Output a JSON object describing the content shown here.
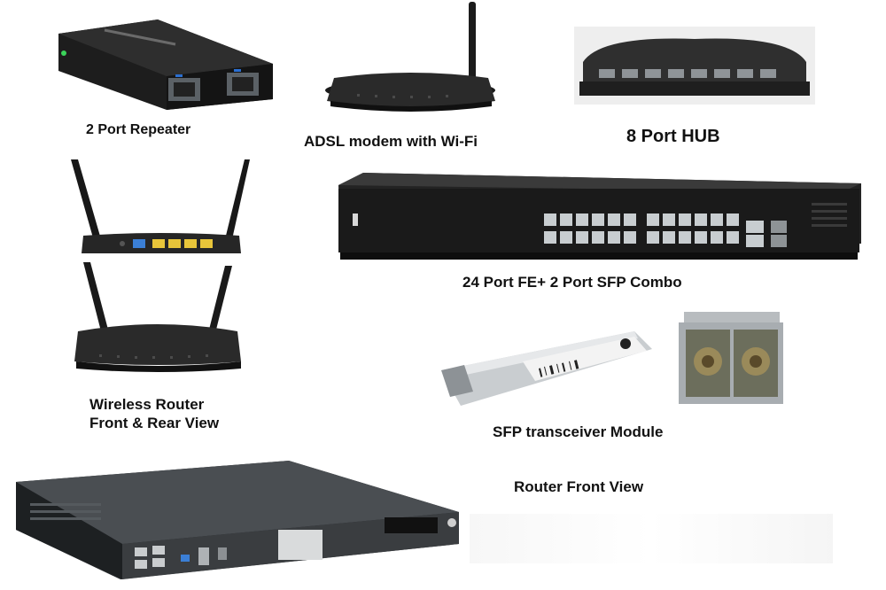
{
  "labels": {
    "repeater": "2 Port Repeater",
    "adsl": "ADSL modem with Wi-Fi",
    "hub": "8 Port HUB",
    "switch": "24 Port FE+ 2 Port SFP Combo",
    "wireless_line1": "Wireless Router",
    "wireless_line2": "Front & Rear View",
    "sfp": "SFP transceiver Module",
    "router": "Router Front View"
  },
  "colors": {
    "device_dark": "#2b2b2b",
    "device_black": "#151515",
    "port_metal": "#9aa3a8",
    "lan_yellow": "#e8c53a",
    "wan_blue": "#3b7fd6",
    "led_green": "#3bd35a"
  }
}
